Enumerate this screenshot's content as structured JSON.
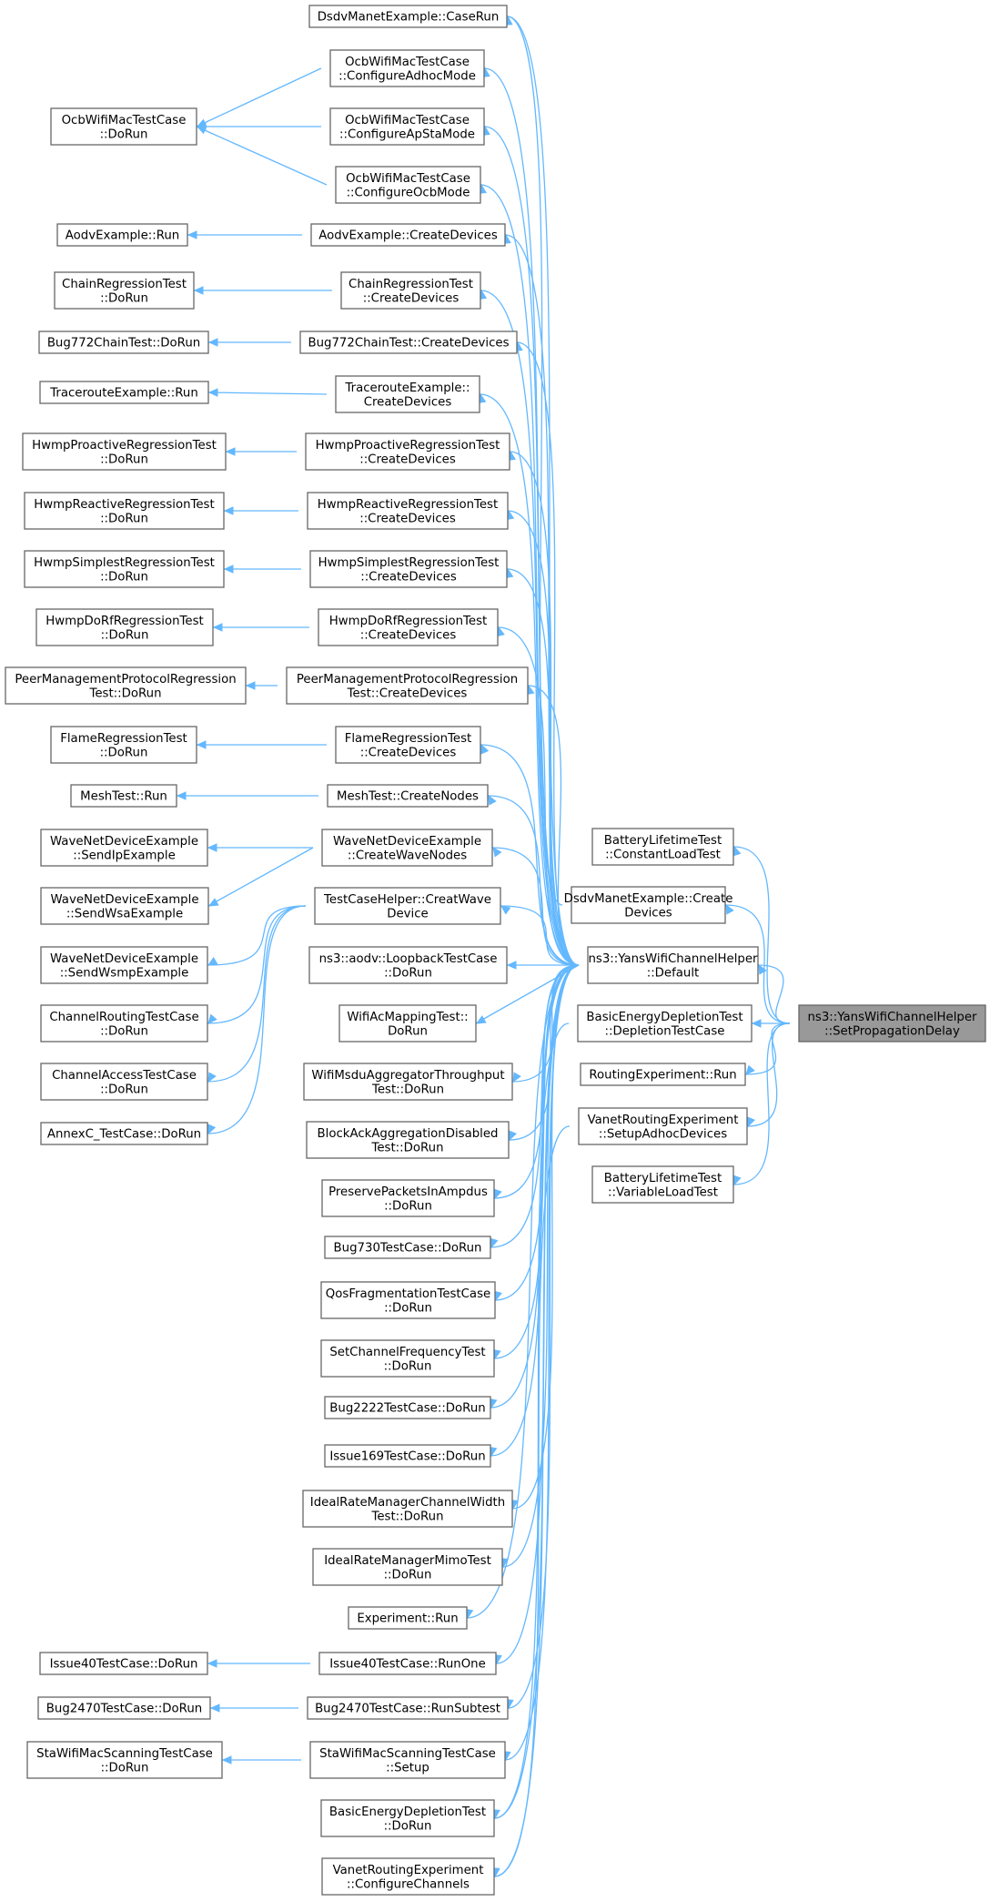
{
  "colors": {
    "edge": "#63b8ff",
    "node_border": "#666666",
    "node_fill": "#ffffff",
    "target_fill": "#999999"
  },
  "nodes": {
    "target": [
      "ns3::YansWifiChannelHelper",
      "::SetPropagationDelay"
    ],
    "default": [
      "ns3::YansWifiChannelHelper",
      "::Default"
    ],
    "battery_const": [
      "BatteryLifetimeTest",
      "::ConstantLoadTest"
    ],
    "dsdv_create": [
      "DsdvManetExample::Create",
      "Devices"
    ],
    "basic_depl": [
      "BasicEnergyDepletionTest",
      "::DepletionTestCase"
    ],
    "routing_run": [
      "RoutingExperiment::Run"
    ],
    "vanet_setup": [
      "VanetRoutingExperiment",
      "::SetupAdhocDevices"
    ],
    "battery_var": [
      "BatteryLifetimeTest",
      "::VariableLoadTest"
    ],
    "dsdv_caserun": [
      "DsdvManetExample::CaseRun"
    ],
    "ocb_adhoc": [
      "OcbWifiMacTestCase",
      "::ConfigureAdhocMode"
    ],
    "ocb_apsta": [
      "OcbWifiMacTestCase",
      "::ConfigureApStaMode"
    ],
    "ocb_ocb": [
      "OcbWifiMacTestCase",
      "::ConfigureOcbMode"
    ],
    "ocb_dorun": [
      "OcbWifiMacTestCase",
      "::DoRun"
    ],
    "aodv_create": [
      "AodvExample::CreateDevices"
    ],
    "aodv_run": [
      "AodvExample::Run"
    ],
    "chain_create": [
      "ChainRegressionTest",
      "::CreateDevices"
    ],
    "chain_dorun": [
      "ChainRegressionTest",
      "::DoRun"
    ],
    "bug772_create": [
      "Bug772ChainTest::CreateDevices"
    ],
    "bug772_dorun": [
      "Bug772ChainTest::DoRun"
    ],
    "trace_create": [
      "TracerouteExample::",
      "CreateDevices"
    ],
    "trace_run": [
      "TracerouteExample::Run"
    ],
    "hwmpp_create": [
      "HwmpProactiveRegressionTest",
      "::CreateDevices"
    ],
    "hwmpp_dorun": [
      "HwmpProactiveRegressionTest",
      "::DoRun"
    ],
    "hwmpr_create": [
      "HwmpReactiveRegressionTest",
      "::CreateDevices"
    ],
    "hwmpr_dorun": [
      "HwmpReactiveRegressionTest",
      "::DoRun"
    ],
    "hwmps_create": [
      "HwmpSimplestRegressionTest",
      "::CreateDevices"
    ],
    "hwmps_dorun": [
      "HwmpSimplestRegressionTest",
      "::DoRun"
    ],
    "hwmpd_create": [
      "HwmpDoRfRegressionTest",
      "::CreateDevices"
    ],
    "hwmpd_dorun": [
      "HwmpDoRfRegressionTest",
      "::DoRun"
    ],
    "peer_create": [
      "PeerManagementProtocolRegression",
      "Test::CreateDevices"
    ],
    "peer_dorun": [
      "PeerManagementProtocolRegression",
      "Test::DoRun"
    ],
    "flame_create": [
      "FlameRegressionTest",
      "::CreateDevices"
    ],
    "flame_dorun": [
      "FlameRegressionTest",
      "::DoRun"
    ],
    "mesh_create": [
      "MeshTest::CreateNodes"
    ],
    "mesh_run": [
      "MeshTest::Run"
    ],
    "wave_create": [
      "WaveNetDeviceExample",
      "::CreateWaveNodes"
    ],
    "wave_ip": [
      "WaveNetDeviceExample",
      "::SendIpExample"
    ],
    "wave_wsa": [
      "WaveNetDeviceExample",
      "::SendWsaExample"
    ],
    "wave_wsmp": [
      "WaveNetDeviceExample",
      "::SendWsmpExample"
    ],
    "tch_create": [
      "TestCaseHelper::CreatWave",
      "Device"
    ],
    "chrout": [
      "ChannelRoutingTestCase",
      "::DoRun"
    ],
    "chacc": [
      "ChannelAccessTestCase",
      "::DoRun"
    ],
    "annexc": [
      "AnnexC_TestCase::DoRun"
    ],
    "aodv_loop": [
      "ns3::aodv::LoopbackTestCase",
      "::DoRun"
    ],
    "wifiac": [
      "WifiAcMappingTest::",
      "DoRun"
    ],
    "msdu": [
      "WifiMsduAggregatorThroughput",
      "Test::DoRun"
    ],
    "blockack": [
      "BlockAckAggregationDisabled",
      "Test::DoRun"
    ],
    "preserve": [
      "PreservePacketsInAmpdus",
      "::DoRun"
    ],
    "bug730": [
      "Bug730TestCase::DoRun"
    ],
    "qosfrag": [
      "QosFragmentationTestCase",
      "::DoRun"
    ],
    "setchan": [
      "SetChannelFrequencyTest",
      "::DoRun"
    ],
    "bug2222": [
      "Bug2222TestCase::DoRun"
    ],
    "issue169": [
      "Issue169TestCase::DoRun"
    ],
    "idealcw": [
      "IdealRateManagerChannelWidth",
      "Test::DoRun"
    ],
    "idealmimo": [
      "IdealRateManagerMimoTest",
      "::DoRun"
    ],
    "exprun": [
      "Experiment::Run"
    ],
    "issue40_runone": [
      "Issue40TestCase::RunOne"
    ],
    "issue40_dorun": [
      "Issue40TestCase::DoRun"
    ],
    "bug2470_sub": [
      "Bug2470TestCase::RunSubtest"
    ],
    "bug2470_dorun": [
      "Bug2470TestCase::DoRun"
    ],
    "stawifi_setup": [
      "StaWifiMacScanningTestCase",
      "::Setup"
    ],
    "stawifi_dorun": [
      "StaWifiMacScanningTestCase",
      "::DoRun"
    ],
    "basic_dorun": [
      "BasicEnergyDepletionTest",
      "::DoRun"
    ],
    "vanet_conf": [
      "VanetRoutingExperiment",
      "::ConfigureChannels"
    ]
  }
}
